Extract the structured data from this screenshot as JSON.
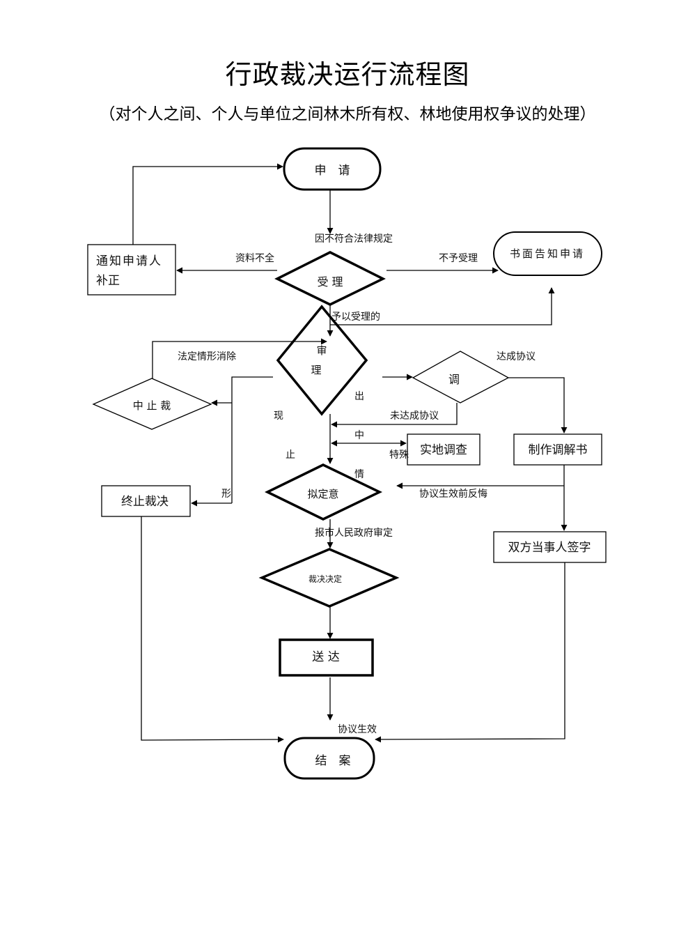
{
  "header": {
    "title": "行政裁决运行流程图",
    "subtitle": "（对个人之间、个人与单位之间林木所有权、林地使用权争议的处理）"
  },
  "nodes": {
    "apply": "申　请",
    "notify_correct_line1": "通知申请人",
    "notify_correct_line2": "补正",
    "accept": "受  理",
    "written_notice": "书面告知申请",
    "review_1": "审",
    "review_2": "理",
    "suspend": "中 止 裁",
    "mediate": "调",
    "site_survey": "实地调查",
    "make_mediation": "制作调解书",
    "terminate": "终止裁决",
    "draft_opinion": "拟定意",
    "both_sign": "双方当事人签字",
    "ruling_decision": "裁决决定",
    "deliver": "送  达",
    "close_case": "结　案"
  },
  "labels": {
    "not_legal": "因不符合法律规定",
    "incomplete": "资料不全",
    "not_accepted": "不予受理",
    "accepted": "予以受理的",
    "legal_cause_removed": "法定情形消除",
    "agreement_reached": "达成协议",
    "agreement_not_reached": "未达成协议",
    "appear_1": "出",
    "appear_2": "现",
    "mid_1": "中",
    "stop": "止",
    "special": "特殊",
    "situation": "情",
    "shape": "形",
    "regret_before_effect": "协议生效前反悔",
    "report_city_gov": "报市人民政府审定",
    "agreement_effective": "协议生效"
  },
  "colors": {
    "stroke": "#000000",
    "background": "#ffffff"
  }
}
